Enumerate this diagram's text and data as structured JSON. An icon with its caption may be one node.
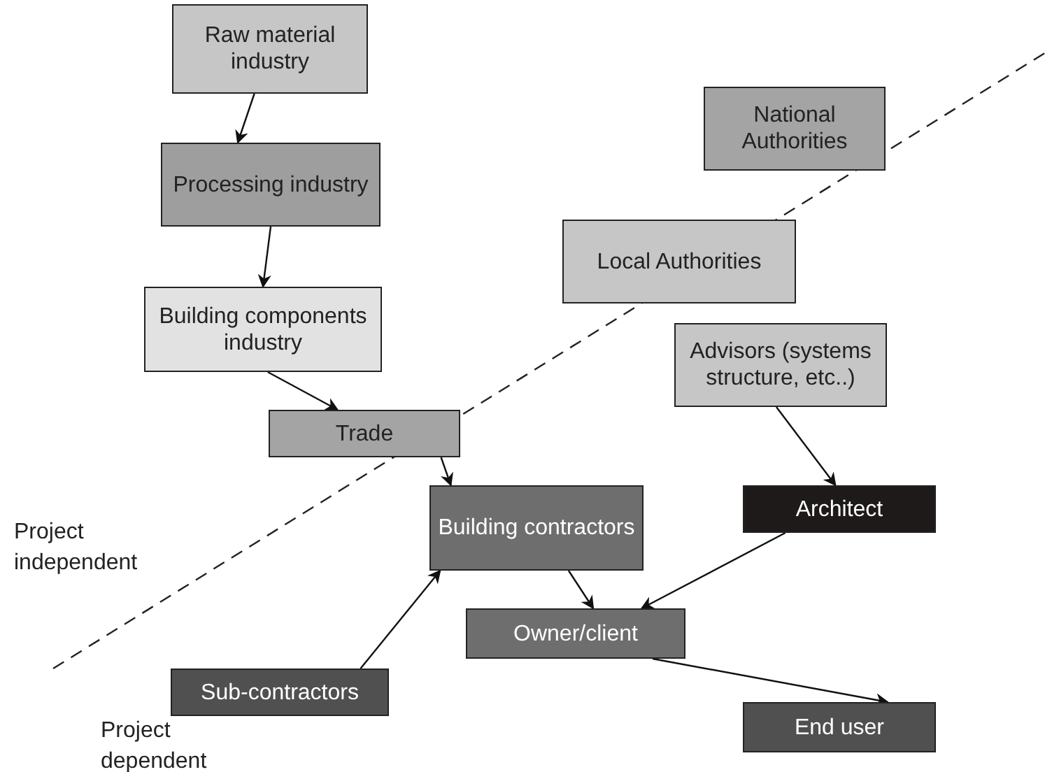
{
  "diagram": {
    "nodes": [
      {
        "text": [
          "Raw material industry"
        ]
      },
      {
        "text": [
          "Processing industry"
        ]
      },
      {
        "text": [
          "Building components industry"
        ]
      },
      {
        "text": [
          "Trade"
        ]
      },
      {
        "text": [
          "National Authorities"
        ]
      },
      {
        "text": [
          "Local Authorities"
        ]
      },
      {
        "text": [
          "Advisors (systems structure, etc..)"
        ]
      },
      {
        "text": [
          "Building contractors"
        ]
      },
      {
        "text": [
          "Architect"
        ]
      },
      {
        "text": [
          "Owner/client"
        ]
      },
      {
        "text": [
          "Sub-contractors"
        ]
      },
      {
        "text": [
          "End user"
        ]
      }
    ],
    "edges": [
      {
        "from": 0,
        "to": 1,
        "arrow": "to"
      },
      {
        "from": 1,
        "to": 2,
        "arrow": "to"
      },
      {
        "from": 2,
        "to": 3,
        "arrow": "to"
      },
      {
        "from": 3,
        "to": 7,
        "arrow": "to"
      },
      {
        "from": 6,
        "to": 8,
        "arrow": "to"
      },
      {
        "from": 10,
        "to": 7,
        "arrow": "to"
      },
      {
        "from": 7,
        "to": 9,
        "arrow": "to"
      },
      {
        "from": 8,
        "to": 9,
        "arrow": "to"
      },
      {
        "from": 9,
        "to": 11,
        "arrow": "to"
      }
    ],
    "labels": [
      "Project independent",
      "Project dependent"
    ]
  }
}
